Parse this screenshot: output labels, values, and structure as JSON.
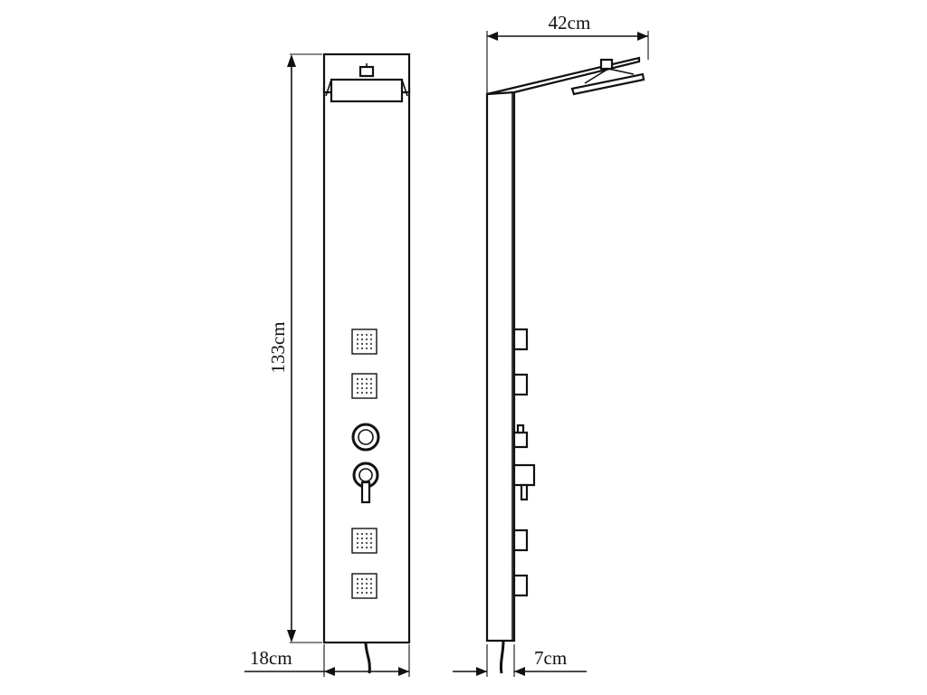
{
  "dimensions": {
    "height": "133cm",
    "front_width": "18cm",
    "head_reach": "42cm",
    "side_depth": "7cm"
  },
  "views": {
    "front": {
      "jets": [
        "jet",
        "jet",
        "jet",
        "jet"
      ],
      "controls": [
        "diverter-knob",
        "mixer-lever"
      ]
    },
    "side": {
      "jets": [
        "jet",
        "jet",
        "jet",
        "jet"
      ],
      "controls": [
        "diverter-knob",
        "mixer-lever"
      ]
    }
  },
  "colors": {
    "line": "#111111",
    "background": "#ffffff"
  }
}
